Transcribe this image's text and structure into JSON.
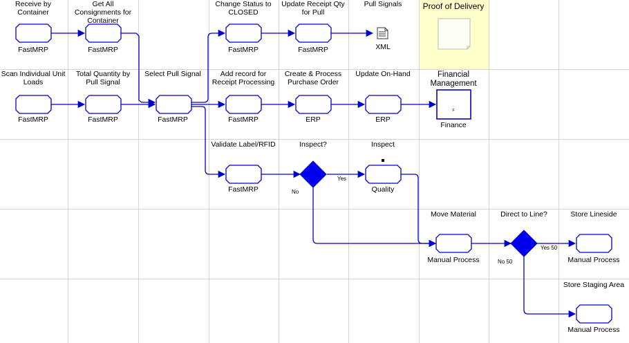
{
  "colors": {
    "grid": "#d4d4d4",
    "highlight": "#ffffcc",
    "stroke": "#0000cc",
    "fill": "#ffffff",
    "diamond": "#0000ee",
    "text": "#000000"
  },
  "columns": [
    {
      "title": "Receive by Container"
    },
    {
      "title": "Get All Consignments for Container"
    },
    {
      "title": ""
    },
    {
      "title": "Change Status to CLOSED"
    },
    {
      "title": "Update Receipt Qty for Pull"
    },
    {
      "title": "Pull Signals"
    },
    {
      "title": "Proof of Delivery"
    },
    {
      "title": ""
    },
    {
      "title": ""
    }
  ],
  "activities": {
    "receive": {
      "label": "",
      "system": "FastMRP"
    },
    "get_consignments": {
      "label": "",
      "system": "FastMRP"
    },
    "change_status": {
      "label": "",
      "system": "FastMRP"
    },
    "update_receipt": {
      "label": "",
      "system": "FastMRP"
    },
    "scan_loads": {
      "label": "Scan Individual Unit Loads",
      "system": "FastMRP"
    },
    "total_qty": {
      "label": "Total Quantity by Pull Signal",
      "system": "FastMRP"
    },
    "select_pull": {
      "label": "Select Pull Signal",
      "system": "FastMRP"
    },
    "add_record": {
      "label": "Add record for Receipt Processing",
      "system": "FastMRP"
    },
    "create_po": {
      "label": "Create & Process Purchase Order",
      "system": "ERP"
    },
    "update_onhand": {
      "label": "Update On-Hand",
      "system": "ERP"
    },
    "validate_label": {
      "label": "Validate Label/RFID",
      "system": "FastMRP"
    },
    "inspect_act": {
      "label": "Inspect",
      "system": "Quality"
    },
    "move_material": {
      "label": "Move Material",
      "system": "Manual Process"
    },
    "store_lineside": {
      "label": "Store Lineside",
      "system": "Manual Process"
    },
    "store_staging": {
      "label": "Store Staging Area",
      "system": "Manual Process"
    }
  },
  "finance": {
    "label": "Financial Management",
    "system": "Finance",
    "mark": "F"
  },
  "pull_doc": {
    "label": "XML",
    "icon": "document-icon"
  },
  "decisions": {
    "inspect_q": {
      "label": "Inspect?",
      "yes": "Yes",
      "no": "No"
    },
    "direct_q": {
      "label": "Direct to Line?",
      "yes": "Yes 50",
      "no": "No 50"
    }
  }
}
